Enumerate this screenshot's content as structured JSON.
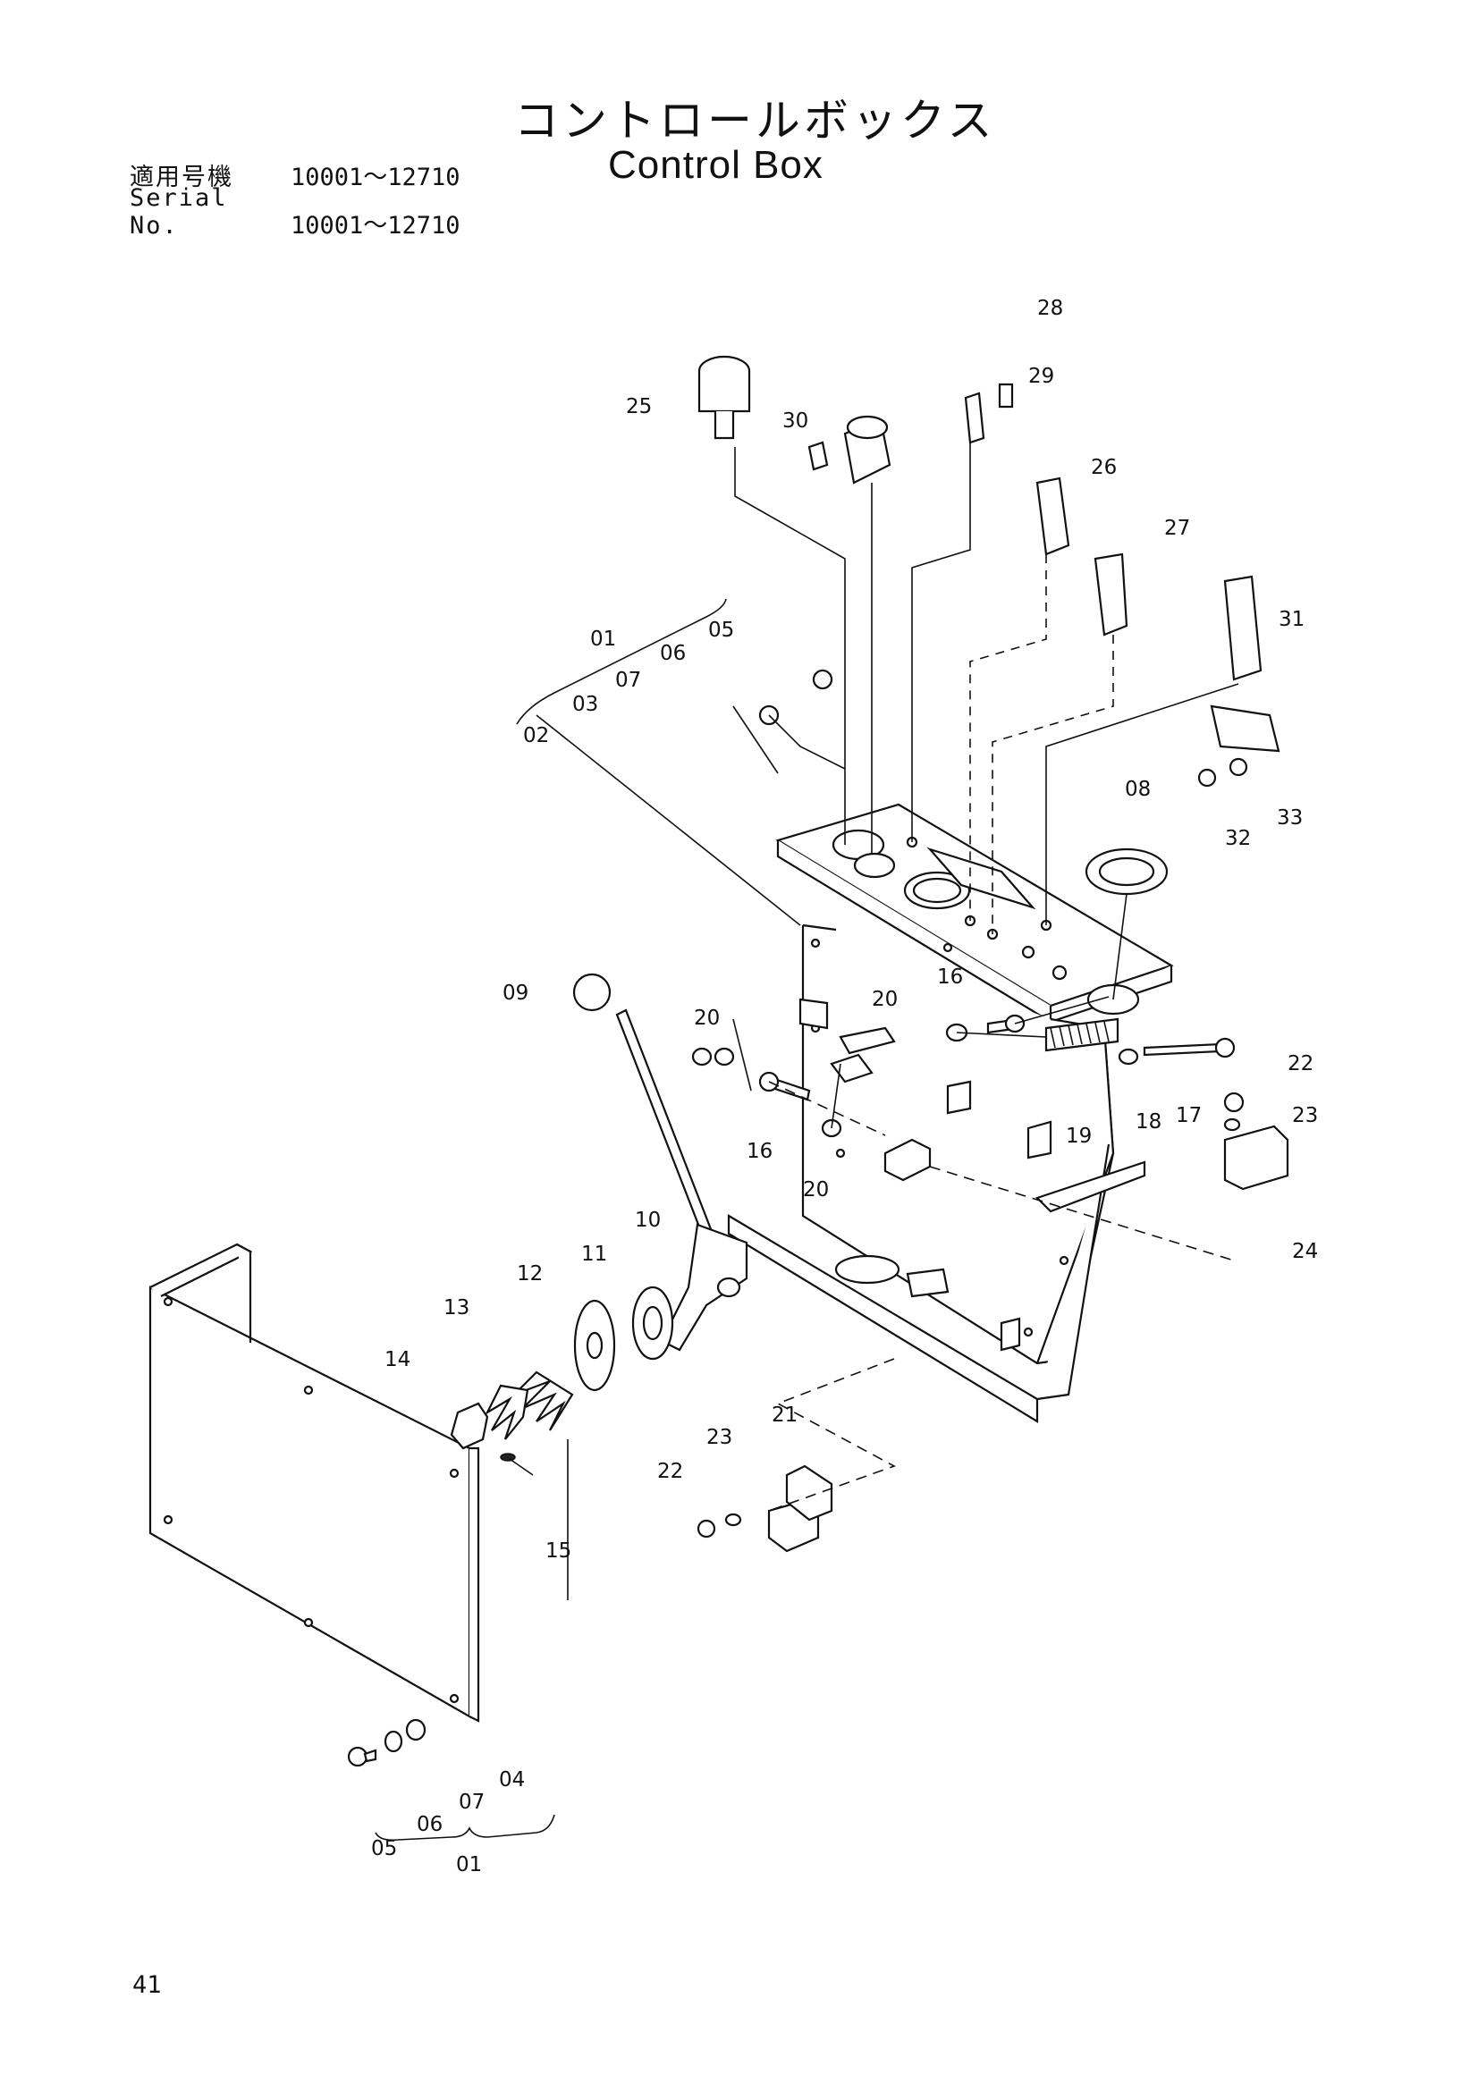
{
  "header": {
    "title_ja": "コントロールボックス",
    "title_en": "Control Box",
    "serial_label_ja": "適用号機",
    "serial_label_en": "Serial No.",
    "serial_range_ja": "10001〜12710",
    "serial_range_en": "10001〜12710"
  },
  "callouts": [
    "01",
    "01",
    "02",
    "03",
    "04",
    "05",
    "05",
    "06",
    "06",
    "07",
    "07",
    "08",
    "09",
    "10",
    "11",
    "12",
    "13",
    "14",
    "15",
    "16",
    "16",
    "17",
    "18",
    "19",
    "20",
    "20",
    "20",
    "21",
    "22",
    "22",
    "23",
    "23",
    "24",
    "25",
    "26",
    "27",
    "28",
    "29",
    "30",
    "31",
    "32",
    "33"
  ],
  "footer": {
    "page_number": "41"
  }
}
